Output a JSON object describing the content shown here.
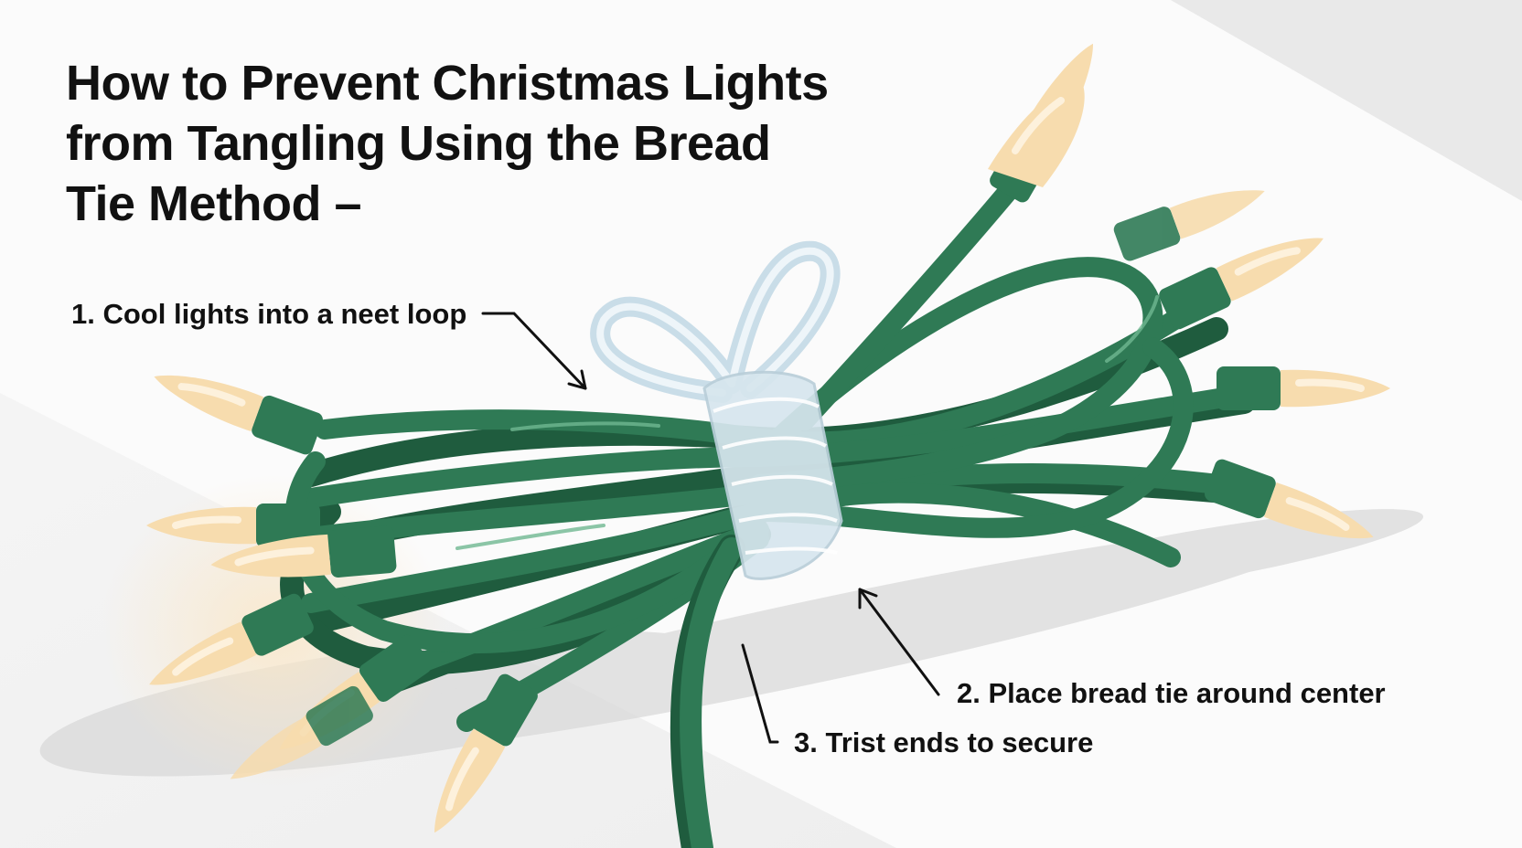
{
  "title": {
    "line1": "How to Prevent Christmas Lights",
    "line2": "from Tangling Using the Bread",
    "line3": "Tie Method –"
  },
  "steps": [
    {
      "label": "1. Cool lights into a neet loop"
    },
    {
      "label": "2. Place bread tie around center"
    },
    {
      "label": "3. Trist ends to secure"
    }
  ],
  "colors": {
    "background": "#f4f4f4",
    "cord": "#2f7a55",
    "cord_dark": "#1f5c3e",
    "cord_light": "#4a9a70",
    "bulb": "#f7dcae",
    "bulb_highlight": "#fdf1dc",
    "tie": "#d7e6ee",
    "text": "#111111"
  }
}
